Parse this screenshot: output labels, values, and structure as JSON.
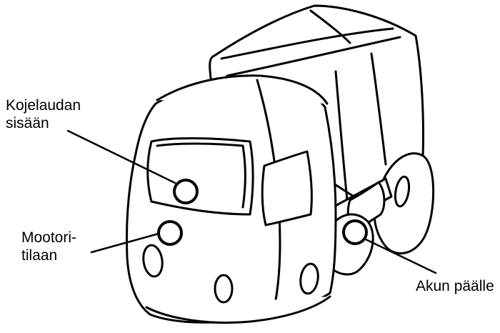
{
  "labels": {
    "dashboard": {
      "line1": "Kojelaudan",
      "line2": "sisään"
    },
    "engine": {
      "line1": "Mootori-",
      "line2": "tilaan"
    },
    "battery": {
      "line1": "Akun päälle"
    }
  },
  "colors": {
    "stroke": "#000000",
    "fill": "#ffffff"
  }
}
